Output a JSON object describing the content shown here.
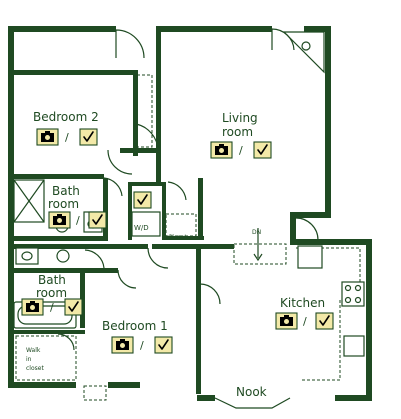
{
  "rooms": {
    "bedroom2": {
      "label": "Bedroom 2"
    },
    "living": {
      "line1": "Living",
      "line2": "room"
    },
    "bath1": {
      "line1": "Bath",
      "line2": "room"
    },
    "bath2": {
      "line1": "Bath",
      "line2": "room"
    },
    "bedroom1": {
      "label": "Bedroom 1"
    },
    "kitchen": {
      "label": "Kitchen"
    },
    "nook": {
      "label": "Nook"
    }
  },
  "labels": {
    "wd": "W/D",
    "closet": "Closet",
    "walk_in_line1": "Walk",
    "walk_in_line2": "in",
    "walk_in_line3": "closet",
    "stair_dn": "DN"
  },
  "badge": {
    "separator": "/"
  },
  "icons": [
    "camera-icon",
    "check-icon"
  ],
  "colors": {
    "wall": "#1f4a22",
    "badge_fill": "#f3e9a8"
  }
}
